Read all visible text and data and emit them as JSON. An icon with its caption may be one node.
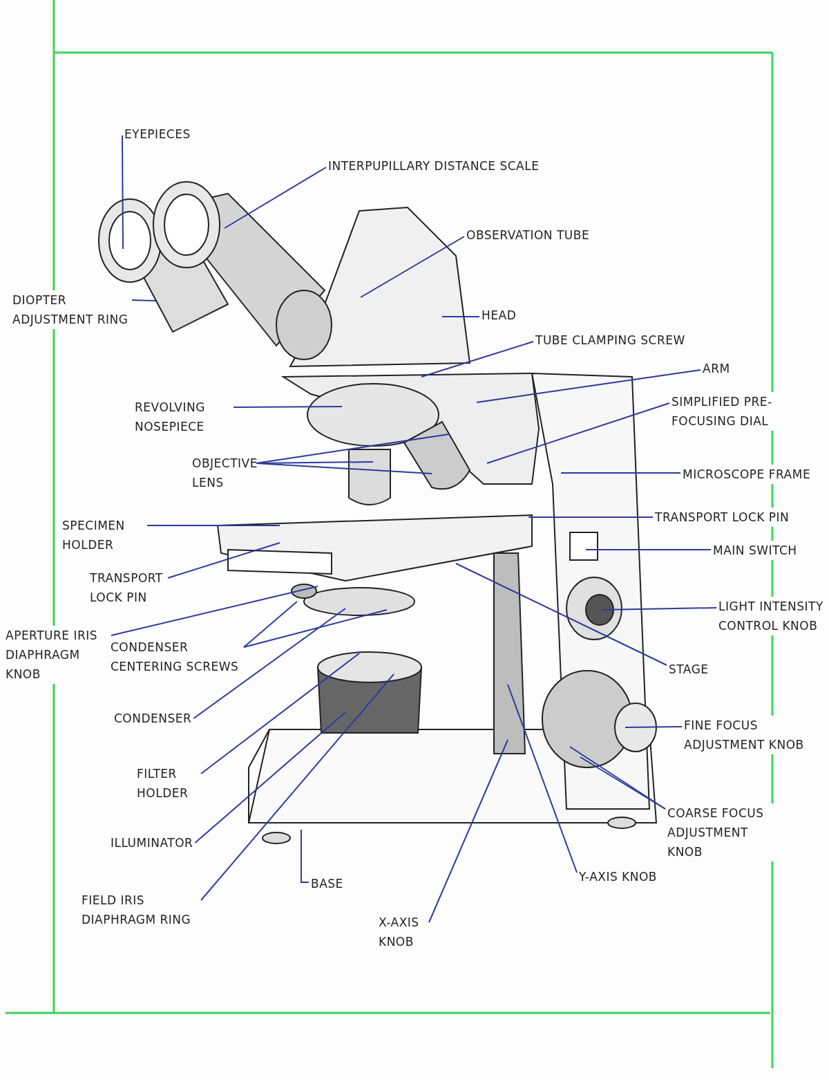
{
  "diagram": {
    "nodes": [
      {
        "text": [
          "EYEPIECES"
        ]
      },
      {
        "text": [
          "INTERPUPILLARY DISTANCE SCALE"
        ]
      },
      {
        "text": [
          "OBSERVATION TUBE"
        ]
      },
      {
        "text": [
          "DIOPTER ADJUSTMENT RING"
        ]
      },
      {
        "text": [
          "HEAD"
        ]
      },
      {
        "text": [
          "TUBE CLAMPING SCREW"
        ]
      },
      {
        "text": [
          "ARM"
        ]
      },
      {
        "text": [
          "REVOLVING NOSEPIECE"
        ]
      },
      {
        "text": [
          "SIMPLIFIED PRE-FOCUSING DIAL"
        ]
      },
      {
        "text": [
          "OBJECTIVE LENS"
        ]
      },
      {
        "text": [
          "MICROSCOPE FRAME"
        ]
      },
      {
        "text": [
          "SPECIMEN HOLDER"
        ]
      },
      {
        "text": [
          "TRANSPORT LOCK PIN"
        ]
      },
      {
        "text": [
          "MAIN SWITCH"
        ]
      },
      {
        "text": [
          "TRANSPORT LOCK PIN"
        ]
      },
      {
        "text": [
          "APERTURE IRIS DIAPHRAGM KNOB"
        ]
      },
      {
        "text": [
          "CONDENSER CENTERING SCREWS"
        ]
      },
      {
        "text": [
          "LIGHT INTENSITY CONTROL KNOB"
        ]
      },
      {
        "text": [
          "STAGE"
        ]
      },
      {
        "text": [
          "CONDENSER"
        ]
      },
      {
        "text": [
          "FINE FOCUS ADJUSTMENT KNOB"
        ]
      },
      {
        "text": [
          "FILTER HOLDER"
        ]
      },
      {
        "text": [
          "COARSE FOCUS ADJUSTMENT KNOB"
        ]
      },
      {
        "text": [
          "ILLUMINATOR"
        ]
      },
      {
        "text": [
          "BASE"
        ]
      },
      {
        "text": [
          "Y-AXIS KNOB"
        ]
      },
      {
        "text": [
          "FIELD IRIS DIAPHRAGM RING"
        ]
      },
      {
        "text": [
          "X-AXIS KNOB"
        ]
      }
    ],
    "edges": [
      {
        "from": 0,
        "to": null,
        "arrow": "none"
      },
      {
        "from": 1,
        "to": null,
        "arrow": "none"
      },
      {
        "from": 2,
        "to": null,
        "arrow": "none"
      },
      {
        "from": 3,
        "to": null,
        "arrow": "none"
      },
      {
        "from": 4,
        "to": null,
        "arrow": "none"
      },
      {
        "from": 5,
        "to": null,
        "arrow": "none"
      },
      {
        "from": 6,
        "to": null,
        "arrow": "none"
      },
      {
        "from": 7,
        "to": null,
        "arrow": "none"
      },
      {
        "from": 8,
        "to": null,
        "arrow": "none"
      },
      {
        "from": 9,
        "to": null,
        "arrow": "none"
      },
      {
        "from": 9,
        "to": null,
        "arrow": "none"
      },
      {
        "from": 9,
        "to": null,
        "arrow": "none"
      },
      {
        "from": 10,
        "to": null,
        "arrow": "none"
      },
      {
        "from": 11,
        "to": null,
        "arrow": "none"
      },
      {
        "from": 12,
        "to": null,
        "arrow": "none"
      },
      {
        "from": 13,
        "to": null,
        "arrow": "none"
      },
      {
        "from": 14,
        "to": null,
        "arrow": "none"
      },
      {
        "from": 15,
        "to": null,
        "arrow": "none"
      },
      {
        "from": 16,
        "to": null,
        "arrow": "none"
      },
      {
        "from": 16,
        "to": null,
        "arrow": "none"
      },
      {
        "from": 17,
        "to": null,
        "arrow": "none"
      },
      {
        "from": 18,
        "to": null,
        "arrow": "none"
      },
      {
        "from": 19,
        "to": null,
        "arrow": "none"
      },
      {
        "from": 20,
        "to": null,
        "arrow": "none"
      },
      {
        "from": 21,
        "to": null,
        "arrow": "none"
      },
      {
        "from": 22,
        "to": null,
        "arrow": "none"
      },
      {
        "from": 22,
        "to": null,
        "arrow": "none"
      },
      {
        "from": 23,
        "to": null,
        "arrow": "none"
      },
      {
        "from": 24,
        "to": null,
        "arrow": "none"
      },
      {
        "from": 25,
        "to": null,
        "arrow": "none"
      },
      {
        "from": 26,
        "to": null,
        "arrow": "none"
      },
      {
        "from": 27,
        "to": null,
        "arrow": "none"
      }
    ]
  }
}
